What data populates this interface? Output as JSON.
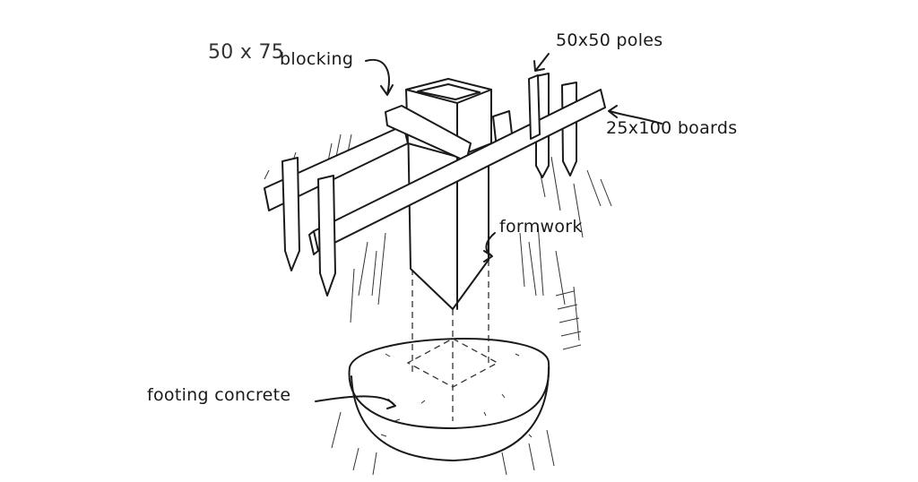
{
  "diagram": {
    "labels": {
      "blocking_dimension": "50 x 75",
      "blocking": "blocking",
      "poles": "50x50 poles",
      "boards": "25x100 boards",
      "formwork": "formwork",
      "footing": "footing concrete"
    }
  }
}
